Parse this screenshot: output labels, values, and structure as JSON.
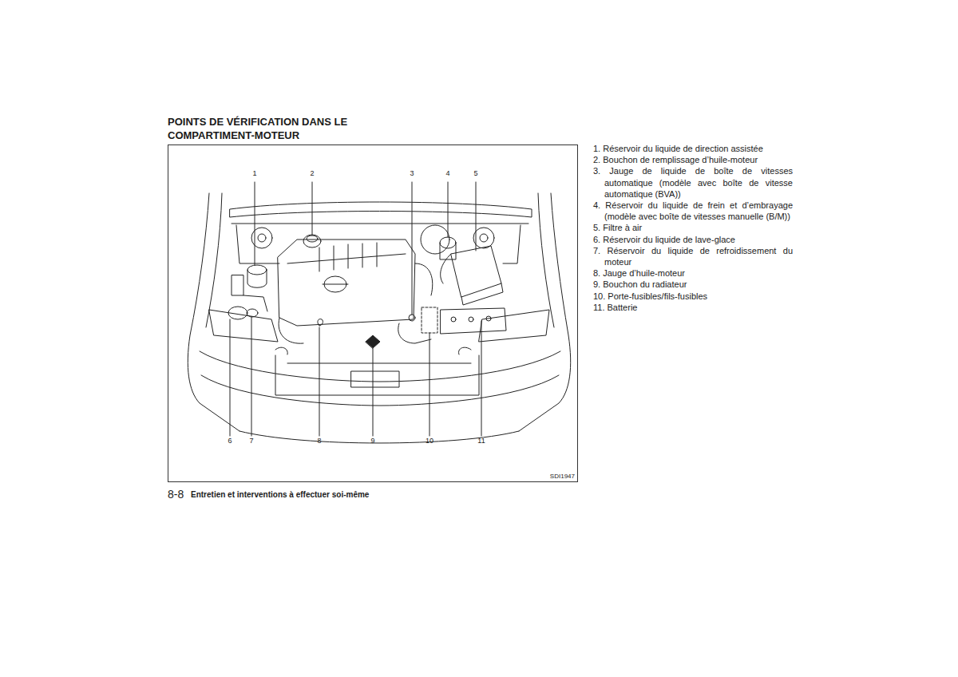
{
  "diagram": {
    "title": "POINTS DE VÉRIFICATION DANS LE COMPARTIMENT-MOTEUR",
    "nodes": [
      {
        "text": [
          "SDI1947"
        ]
      }
    ],
    "labels": [
      "1",
      "2",
      "3",
      "4",
      "5",
      "6",
      "7",
      "8",
      "9",
      "10",
      "11",
      "1. Réservoir du liquide de direction assistée",
      "2. Bouchon de remplissage d’huile-moteur",
      "3. Jauge de liquide de boîte de vitesses automatique (modèle avec boîte de vitesse automatique (BVA))",
      "4. Réservoir du liquide de frein et d’embrayage (modèle avec boîte de vitesses manuelle (B/M))",
      "5. Filtre à air",
      "6. Réservoir du liquide de lave-glace",
      "7. Réservoir du liquide de refroidissement du moteur",
      "8. Jauge d’huile-moteur",
      "9. Bouchon du radiateur",
      "10. Porte-fusibles/fils-fusibles",
      "11. Batterie",
      "8-8",
      "Entretien et interventions à effectuer soi-même"
    ]
  }
}
